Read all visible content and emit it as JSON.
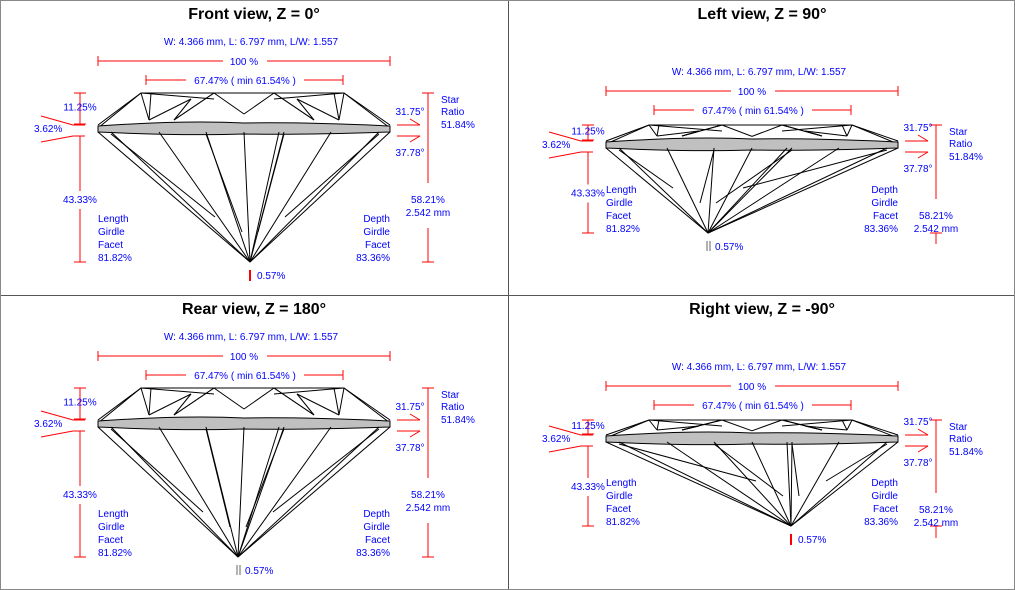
{
  "panels": [
    {
      "title": "Front view, Z = 0°",
      "dims": "W: 4.366 mm, L: 6.797 mm, L/W: 1.557",
      "total_width": "100 %",
      "table": "67.47% ( min 61.54% )",
      "crown_height": "11.25%",
      "girdle": "3.62%",
      "pavilion_depth": "43.33%",
      "lgf_label": [
        "Length",
        "Girdle",
        "Facet"
      ],
      "lgf": "81.82%",
      "dgf_label": [
        "Depth",
        "Girdle",
        "Facet"
      ],
      "dgf": "83.36%",
      "crown_angle": "31.75°",
      "pavilion_angle": "37.78°",
      "star_label": [
        "Star",
        "Ratio"
      ],
      "star": "51.84%",
      "total_depth": "58.21%",
      "depth_mm": "2.542 mm",
      "culet": "0.57%"
    },
    {
      "title": "Left view, Z = 90°",
      "dims": "W: 4.366 mm, L: 6.797 mm, L/W: 1.557",
      "total_width": "100 %",
      "table": "67.47% ( min 61.54% )",
      "crown_height": "11.25%",
      "girdle": "3.62%",
      "pavilion_depth": "43.33%",
      "lgf_label": [
        "Length",
        "Girdle",
        "Facet"
      ],
      "lgf": "81.82%",
      "dgf_label": [
        "Depth",
        "Girdle",
        "Facet"
      ],
      "dgf": "83.36%",
      "crown_angle": "31.75°",
      "pavilion_angle": "37.78°",
      "star_label": [
        "Star",
        "Ratio"
      ],
      "star": "51.84%",
      "total_depth": "58.21%",
      "depth_mm": "2.542 mm",
      "culet": "0.57%"
    },
    {
      "title": "Rear view, Z = 180°",
      "dims": "W: 4.366 mm, L: 6.797 mm, L/W: 1.557",
      "total_width": "100 %",
      "table": "67.47% ( min 61.54% )",
      "crown_height": "11.25%",
      "girdle": "3.62%",
      "pavilion_depth": "43.33%",
      "lgf_label": [
        "Length",
        "Girdle",
        "Facet"
      ],
      "lgf": "81.82%",
      "dgf_label": [
        "Depth",
        "Girdle",
        "Facet"
      ],
      "dgf": "83.36%",
      "crown_angle": "31.75°",
      "pavilion_angle": "37.78°",
      "star_label": [
        "Star",
        "Ratio"
      ],
      "star": "51.84%",
      "total_depth": "58.21%",
      "depth_mm": "2.542 mm",
      "culet": "0.57%"
    },
    {
      "title": "Right view, Z = -90°",
      "dims": "W: 4.366 mm, L: 6.797 mm, L/W: 1.557",
      "total_width": "100 %",
      "table": "67.47% ( min 61.54% )",
      "crown_height": "11.25%",
      "girdle": "3.62%",
      "pavilion_depth": "43.33%",
      "lgf_label": [
        "Length",
        "Girdle",
        "Facet"
      ],
      "lgf": "81.82%",
      "dgf_label": [
        "Depth",
        "Girdle",
        "Facet"
      ],
      "dgf": "83.36%",
      "crown_angle": "31.75°",
      "pavilion_angle": "37.78°",
      "star_label": [
        "Star",
        "Ratio"
      ],
      "star": "51.84%",
      "total_depth": "58.21%",
      "depth_mm": "2.542 mm",
      "culet": "0.57%"
    }
  ],
  "colors": {
    "dimension": "#ff0000",
    "label": "#0000ff",
    "girdle": "#c0c0c0"
  }
}
